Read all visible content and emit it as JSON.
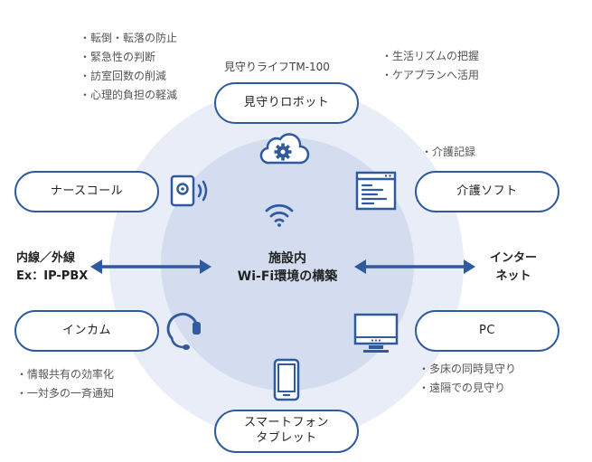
{
  "center": {
    "line1": "施設内",
    "line2": "Wi-Fi環境の構築"
  },
  "nodes": {
    "robot": "見守りロボット",
    "nurse_call": "ナースコール",
    "care_software": "介護ソフト",
    "intercom": "インカム",
    "pc": "PC",
    "smartphone_line1": "スマートフォン",
    "smartphone_line2": "タブレット"
  },
  "robot_caption": "見守りライフTM-100",
  "notes": {
    "top_left": [
      "・転倒・転落の防止",
      "・緊急性の判断",
      "・訪室回数の削減",
      "・心理的負担の軽減"
    ],
    "top_right": [
      "・生活リズムの把握",
      "・ケアプランへ活用"
    ],
    "care_software": [
      "・介護記録"
    ],
    "intercom": [
      "・情報共有の効率化",
      "・一対多の一斉通知"
    ],
    "pc": [
      "・多床の同時見守り",
      "・遠隔での見守り"
    ]
  },
  "left_label": {
    "line1": "内線／外線",
    "line2": "Ex：IP-PBX"
  },
  "right_label": {
    "line1": "インター",
    "line2": "ネット"
  },
  "colors": {
    "accent": "#2f5a9e",
    "outer_circle": "#e8edf7",
    "inner_circle": "#d3ddef"
  },
  "icons": {
    "robot": "cloud-gear-icon",
    "nurse_call": "nurse-call-speaker-icon",
    "care_software": "document-window-icon",
    "intercom": "headset-icon",
    "pc": "monitor-icon",
    "smartphone": "smartphone-icon",
    "center": "wifi-icon"
  }
}
